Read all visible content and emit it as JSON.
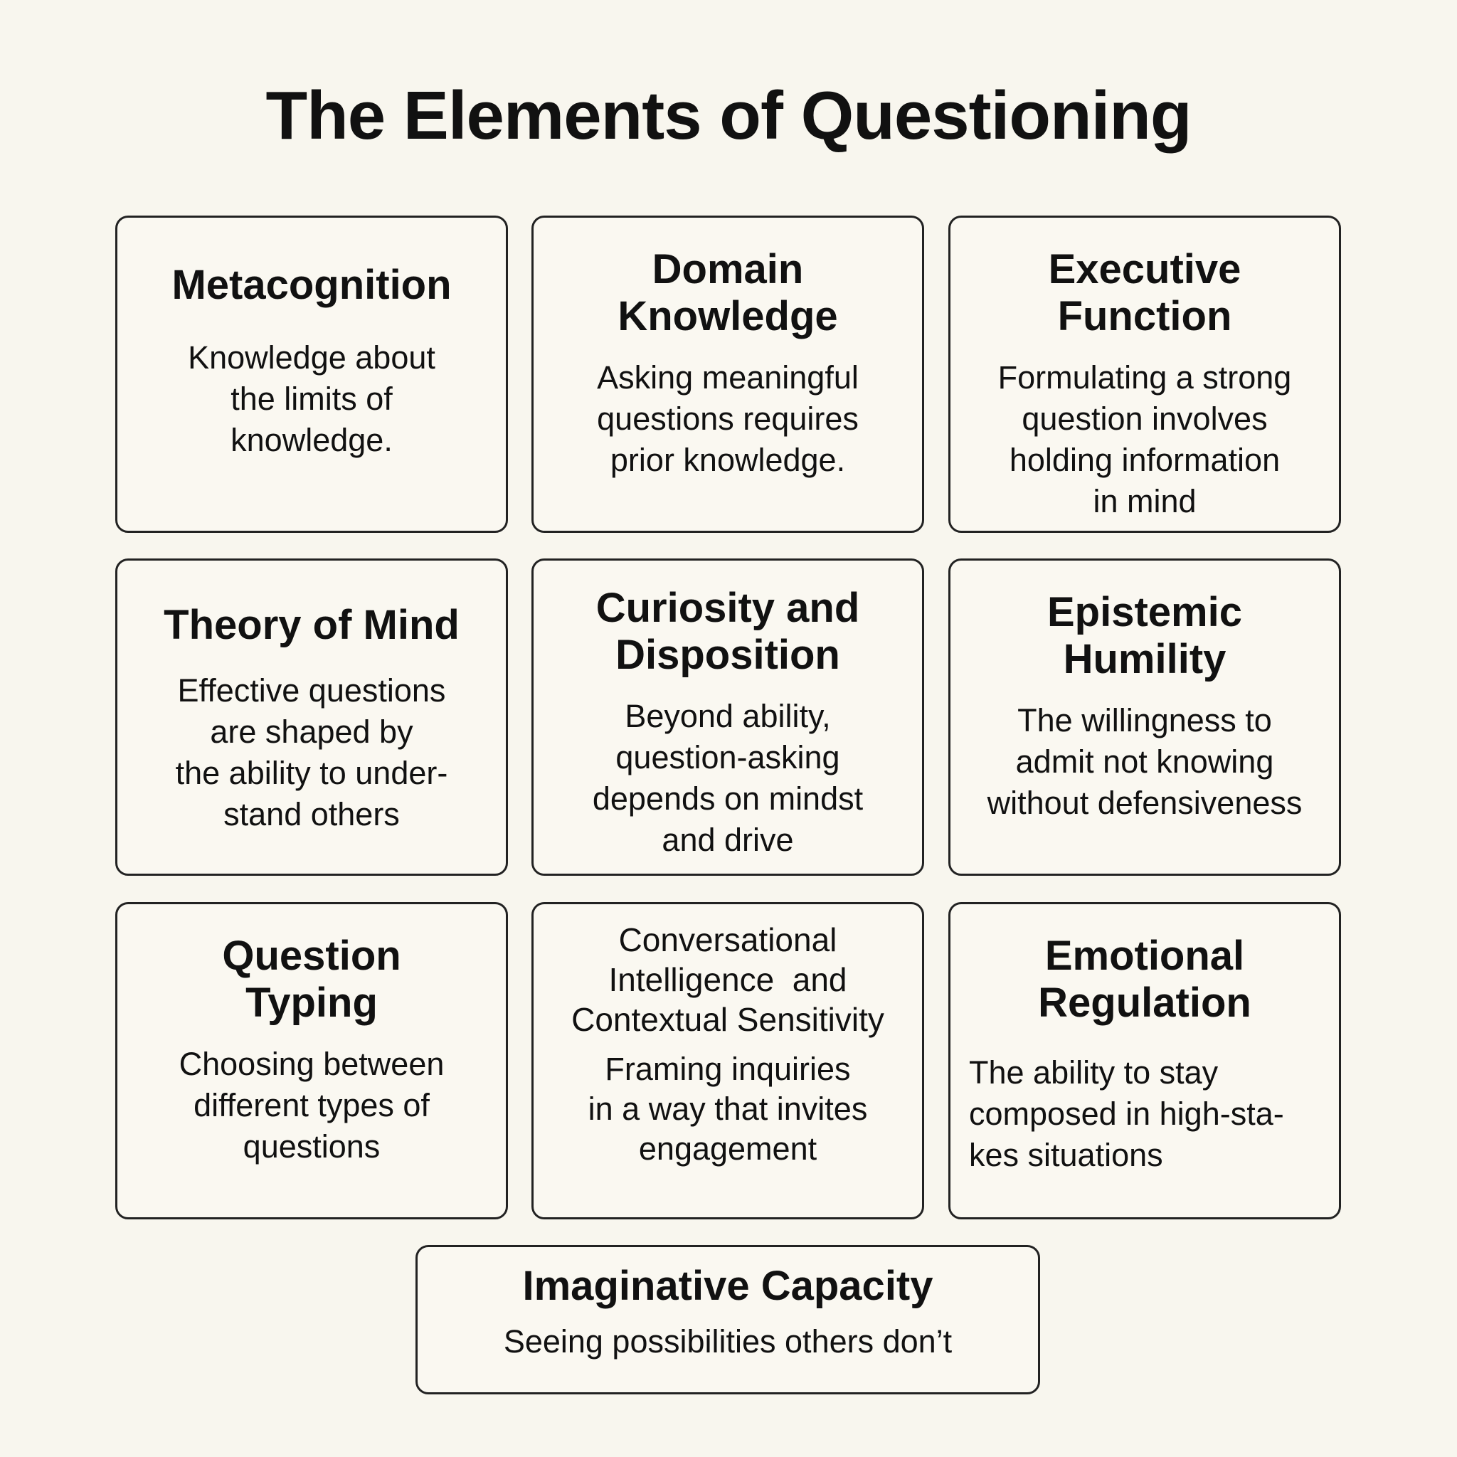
{
  "title": "The Elements of Questioning",
  "cards": [
    {
      "heading": "Metacognition",
      "body": "Knowledge about\nthe limits of\nknowledge."
    },
    {
      "heading": "Domain\nKnowledge",
      "body": "Asking meaningful\nquestions requires\nprior knowledge."
    },
    {
      "heading": "Executive\nFunction",
      "body": "Formulating a strong\nquestion involves\nholding information\nin mind"
    },
    {
      "heading": "Theory of Mind",
      "body": "Effective questions\nare shaped by\nthe ability to under-\nstand others"
    },
    {
      "heading": "Curiosity and\nDisposition",
      "body": "Beyond ability,\nquestion-asking\ndepends on mindst\nand drive"
    },
    {
      "heading": "Epistemic\nHumility",
      "body": "The willingness to\nadmit not knowing\nwithout defensiveness"
    },
    {
      "heading": "Question\nTyping",
      "body": "Choosing between\ndifferent types of\nquestions"
    },
    {
      "heading": "Conversational\nIntelligence  and\nContextual Sensitivity",
      "body": "Framing inquiries\nin a way that invites\nengagement"
    },
    {
      "heading": "Emotional\nRegulation",
      "body": "The ability to stay\ncomposed in high-sta-\nkes situations"
    },
    {
      "heading": "Imaginative Capacity",
      "body": "Seeing possibilities others don’t"
    }
  ]
}
